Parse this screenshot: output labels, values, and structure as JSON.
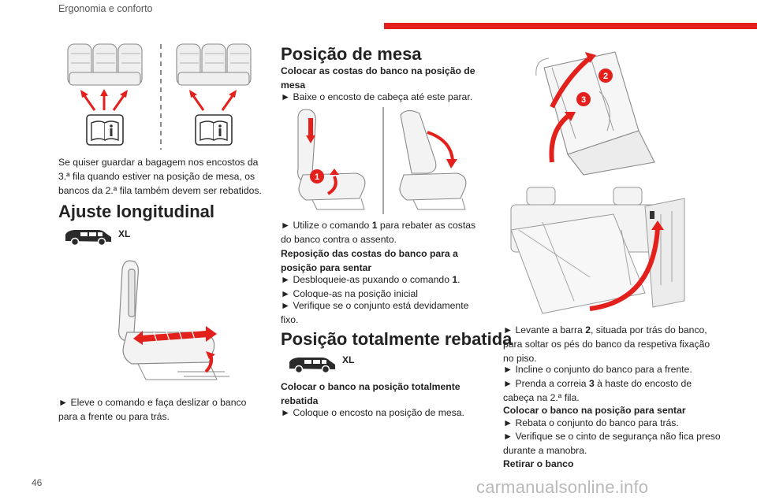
{
  "header": {
    "section_title": "Ergonomia e conforto"
  },
  "footer": {
    "page_number": "46",
    "watermark": "carmanualsonline.info"
  },
  "left": {
    "bench_note": "Se quiser guardar a bagagem nos encostos da 3.ª fila quando estiver na posição de mesa, os bancos da 2.ª fila também devem ser rebatidos.",
    "heading_longitudinal": "Ajuste longitudinal",
    "version_badge": "XL",
    "instruction_slide": "► Eleve o comando e faça deslizar o banco para a frente ou para trás."
  },
  "middle": {
    "heading_table": "Posição de mesa",
    "table_sub": "Colocar as costas do banco na posição de mesa",
    "step_headrest": "► Baixe o encosto de cabeça até este parar.",
    "step_control_pre": "► Utilize o comando ",
    "step_control_num": "1",
    "step_control_post": " para rebater as costas do banco contra o assento.",
    "reposition_title": "Reposição das costas do banco para a posição para sentar",
    "step_unlock_pre": "► Desbloqueie-as puxando o comando ",
    "step_unlock_num": "1",
    "step_unlock_post": ".",
    "step_initial": "► Coloque-as na posição inicial",
    "step_verify": "► Verifique se o conjunto está devidamente fixo.",
    "heading_folded": "Posição totalmente rebatida",
    "version_badge": "XL",
    "folded_sub": "Colocar o banco na posição totalmente rebatida",
    "step_backrest": "► Coloque o encosto na posição de mesa."
  },
  "right": {
    "callout_2": "2",
    "callout_3": "3",
    "step_lift_pre": "► Levante a barra ",
    "step_lift_num": "2",
    "step_lift_post": ", situada por trás do banco, para soltar os pés do banco da respetiva fixação no piso.",
    "step_tilt": "► Incline o conjunto do banco para a frente.",
    "step_strap_pre": "► Prenda a correia ",
    "step_strap_num": "3",
    "step_strap_post": " à haste do encosto de cabeça na 2.ª fila.",
    "sit_title": "Colocar o banco na posição para sentar",
    "step_fold_back": "► Rebata o conjunto do banco para trás.",
    "step_belt": "► Verifique se o cinto de segurança não fica preso durante a manobra.",
    "remove_title": "Retirar o banco"
  },
  "figure": {
    "callout_1": "1"
  },
  "colors": {
    "accent": "#e3201b",
    "line": "#8a8a8a"
  }
}
